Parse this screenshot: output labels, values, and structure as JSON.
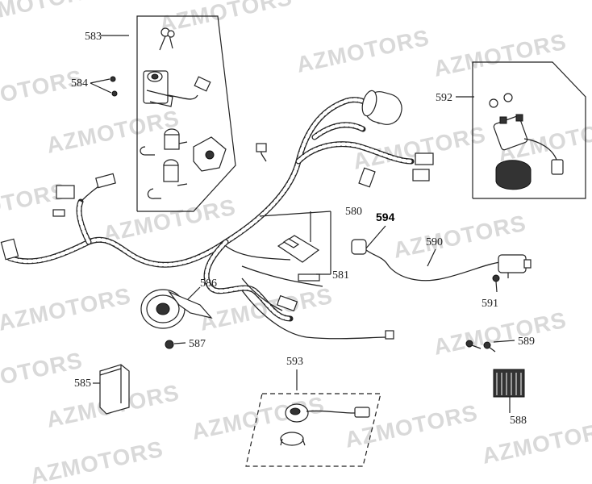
{
  "watermark": "AZMOTORS",
  "callouts": {
    "c583": "583",
    "c584": "584",
    "c592": "592",
    "c580": "580",
    "c594": "594",
    "c590": "590",
    "c581": "581",
    "c586": "586",
    "c591": "591",
    "c587": "587",
    "c589": "589",
    "c593": "593",
    "c585": "585",
    "c588": "588"
  },
  "colors": {
    "line": "#222222",
    "watermark": "#d9d9d9"
  }
}
